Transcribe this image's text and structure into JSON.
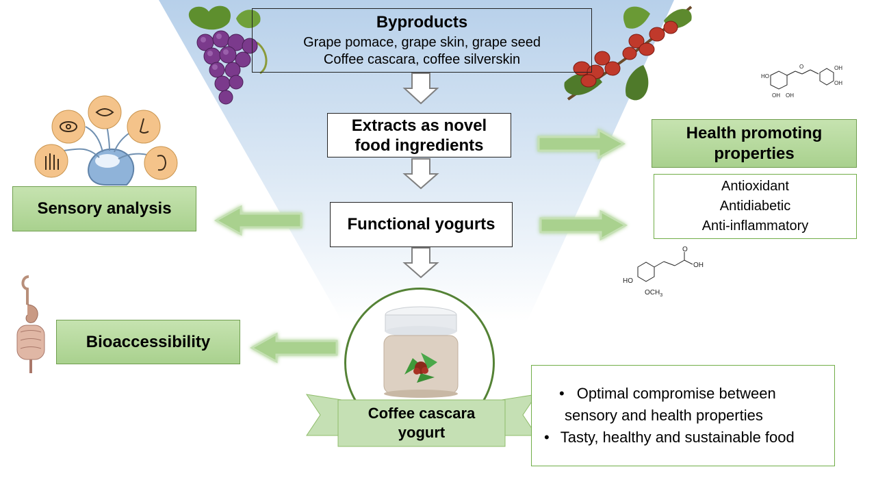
{
  "byproducts": {
    "title": "Byproducts",
    "line1": "Grape pomace, grape skin, grape seed",
    "line2": "Coffee cascara, coffee silverskin"
  },
  "extracts": {
    "line1": "Extracts as novel",
    "line2": "food ingredients"
  },
  "functional": "Functional yogurts",
  "health": {
    "line1": "Health promoting",
    "line2": "properties"
  },
  "properties": [
    "Antioxidant",
    "Antidiabetic",
    "Anti-inflammatory"
  ],
  "sensory": "Sensory analysis",
  "bioaccessibility": "Bioaccessibility",
  "yogurt": {
    "line1": "Coffee cascara",
    "line2": "yogurt"
  },
  "conclusions": [
    "Optimal compromise between",
    "sensory and health properties",
    "Tasty, healthy and sustainable food"
  ],
  "bullet": "•",
  "molecules": {
    "top": {
      "oh1": "OH",
      "oh2": "OH",
      "o": "O",
      "ho": "HO",
      "oh3": "OH",
      "oh4": "OH"
    },
    "bottom": {
      "o": "O",
      "oh": "OH",
      "ho": "HO",
      "och": "OCH",
      "sub": "3"
    }
  },
  "colors": {
    "green_fill": "#a9d18e",
    "green_border": "#70ad47",
    "funnel_top": "#bcd4ec",
    "arrow_outline": "#7f7f7f"
  }
}
